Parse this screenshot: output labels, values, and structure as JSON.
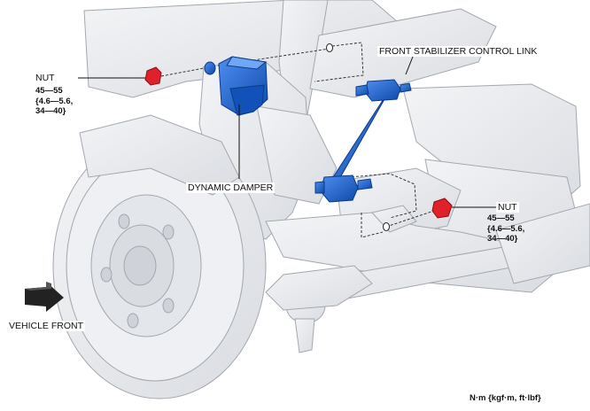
{
  "labels": {
    "nut_left": "NUT",
    "nut_right": "NUT",
    "stabilizer_link": "FRONT STABILIZER CONTROL LINK",
    "dynamic_damper": "DYNAMIC DAMPER",
    "vehicle_front": "VEHICLE FRONT",
    "units": "N·m {kgf·m, ft·lbf}"
  },
  "torque_left": [
    "45—55",
    "{4.6—5.6,",
    "34—40}"
  ],
  "torque_right": [
    "45—55",
    "{4.6—5.6,",
    "34—40}"
  ],
  "colors": {
    "line_art": "#9aa0a8",
    "part_fill": "#e6e8ec",
    "highlight_blue": "#1c5ec8",
    "highlight_red": "#e0202a",
    "arrow": "#222222"
  }
}
